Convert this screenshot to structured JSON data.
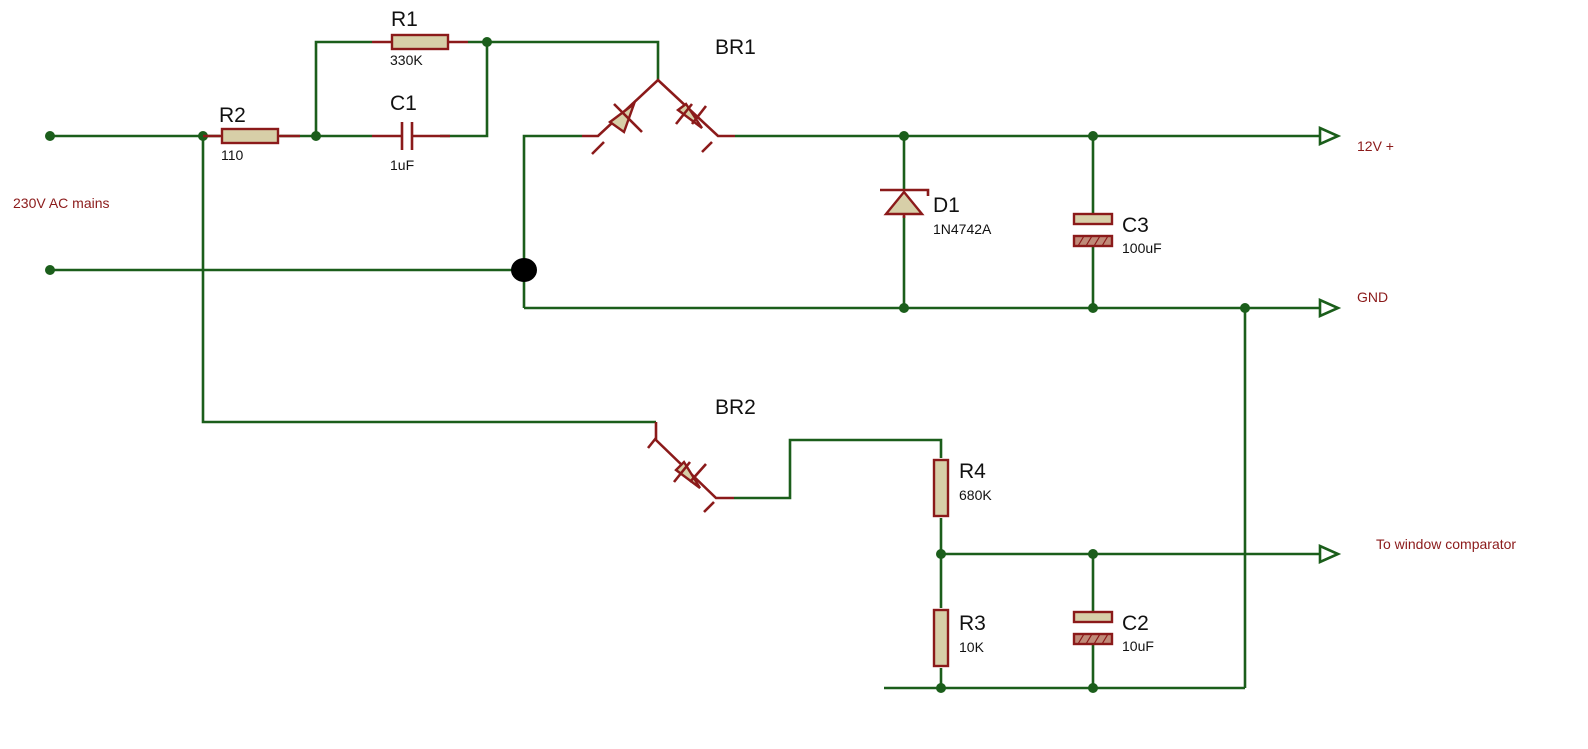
{
  "colors": {
    "wire": "#1b5e1b",
    "component": "#8b1a1a",
    "body_fill": "#d7cfa8",
    "label": "#111111",
    "net_label": "#8b1a1a"
  },
  "nets": {
    "ac_mains": "230V AC mains",
    "v12": "12V +",
    "gnd": "GND",
    "comparator": "To window comparator"
  },
  "components": {
    "r1": {
      "ref": "R1",
      "value": "330K"
    },
    "r2": {
      "ref": "R2",
      "value": "110"
    },
    "c1": {
      "ref": "C1",
      "value": "1uF"
    },
    "br1": {
      "ref": "BR1"
    },
    "d1": {
      "ref": "D1",
      "value": "1N4742A"
    },
    "c3": {
      "ref": "C3",
      "value": "100uF"
    },
    "br2": {
      "ref": "BR2"
    },
    "r4": {
      "ref": "R4",
      "value": "680K"
    },
    "r3": {
      "ref": "R3",
      "value": "10K"
    },
    "c2": {
      "ref": "C2",
      "value": "10uF"
    }
  },
  "icons": [
    "resistor-icon",
    "capacitor-icon",
    "polarized-capacitor-icon",
    "zener-diode-icon",
    "diode-icon",
    "terminal-arrow-icon"
  ]
}
